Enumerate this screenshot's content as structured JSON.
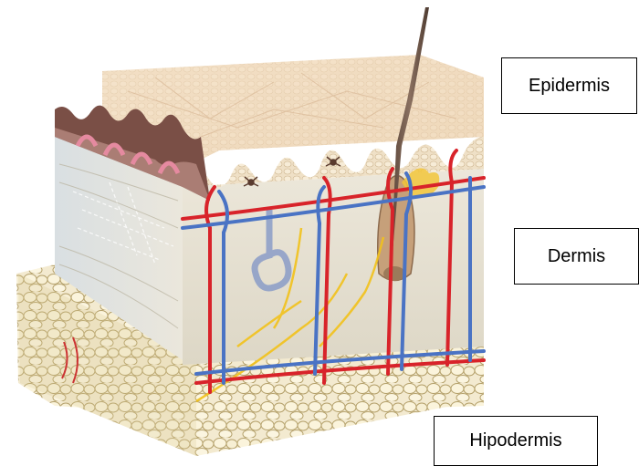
{
  "labels": {
    "epidermis": "Epidermis",
    "dermis": "Dermis",
    "hipodermis": "Hipodermis"
  },
  "colors": {
    "artery": "#d8232a",
    "vein": "#4a73c4",
    "nerve": "#f2c21b",
    "fat": "#efe4b8",
    "epidermis": "#ead7bd",
    "dermis": "#e6e2d6",
    "hair": "#6a5444"
  }
}
